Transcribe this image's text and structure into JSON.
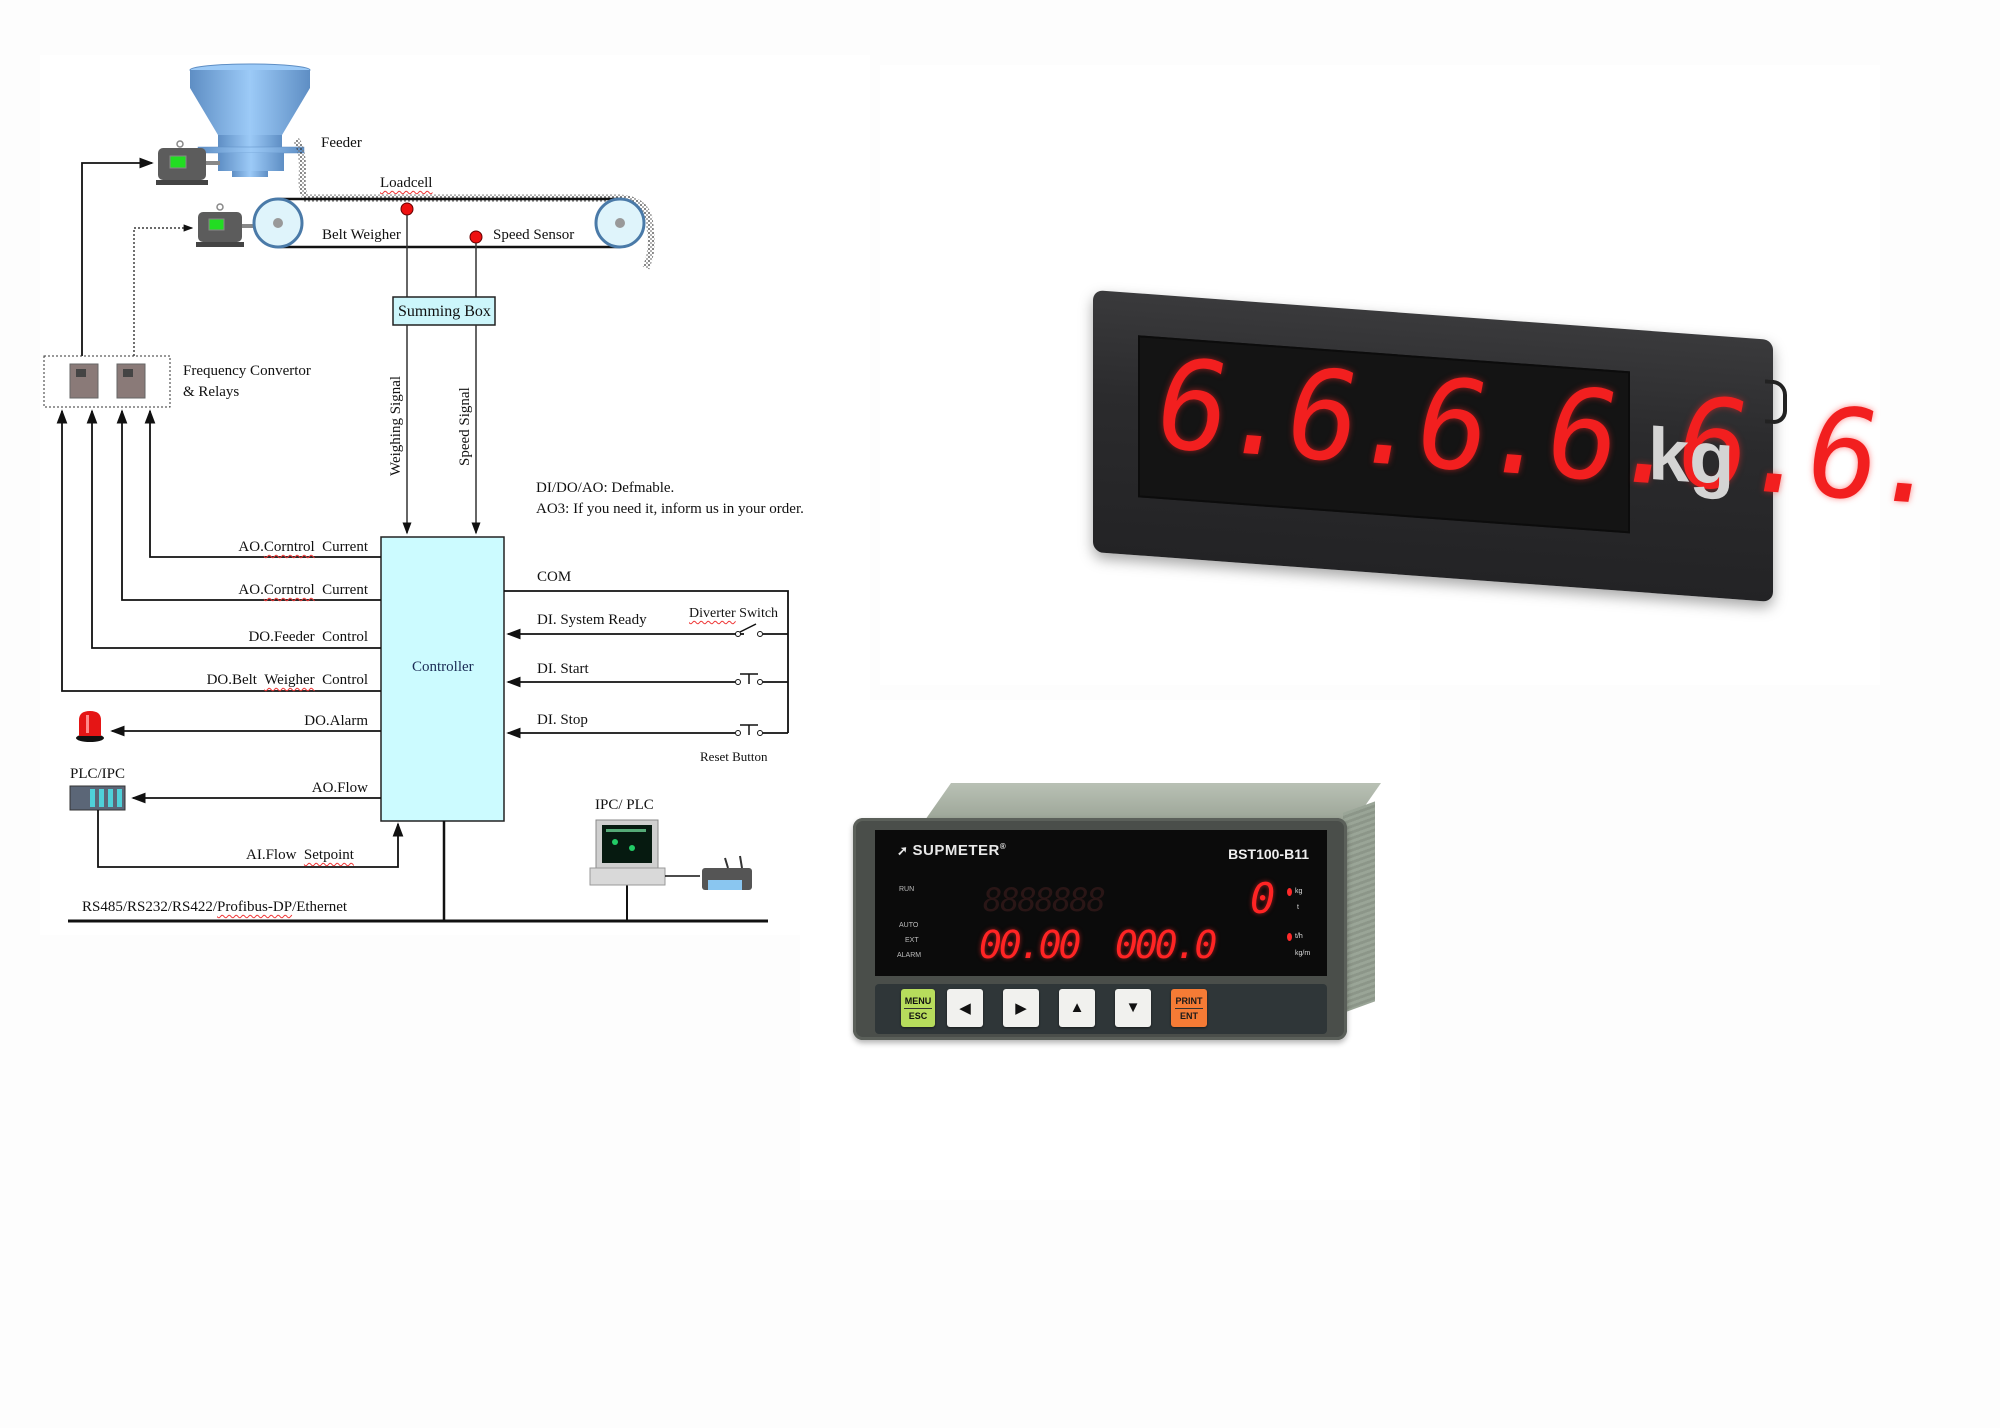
{
  "diagram": {
    "process": {
      "feeder_label": "Feeder",
      "loadcell_label": "Loadcell",
      "belt_weigher_label": "Belt Weigher",
      "speed_sensor_label": "Speed Sensor",
      "summing_box_label": "Summing Box",
      "freq_convertor_label_1": "Frequency Convertor",
      "freq_convertor_label_2": "& Relays",
      "weighing_signal_label": "Weighing Signal",
      "speed_signal_label": "Speed Signal"
    },
    "notes": {
      "line1": "DI/DO/AO: Defmable.",
      "line2": "AO3: If you need it, inform us in your order."
    },
    "controller": {
      "label": "Controller",
      "outputs": [
        {
          "label_a": "AO.",
          "label_squig": "Corntrol",
          "label_b": "  Current"
        },
        {
          "label_a": "AO.",
          "label_squig": "Corntrol",
          "label_b": "  Current"
        },
        {
          "label_a": "DO.Feeder  Control",
          "label_squig": "",
          "label_b": ""
        },
        {
          "label_a": "DO.Belt  ",
          "label_squig": "Weigher",
          "label_b": "  Control"
        },
        {
          "label_a": "DO.Alarm",
          "label_squig": "",
          "label_b": ""
        },
        {
          "label_a": "AO.Flow",
          "label_squig": "",
          "label_b": ""
        }
      ],
      "inputs": {
        "com": "COM",
        "system_ready": "DI. System Ready",
        "start": "DI. Start",
        "stop": "DI. Stop",
        "diverter_switch_squig": "Diverter",
        "diverter_switch_rest": " Switch",
        "reset_button": "Reset Button"
      },
      "setpoint_a": "AI.Flow  ",
      "setpoint_squig": "Setpoint"
    },
    "plc_ipc_label": "PLC/IPC",
    "ipc_plc_label": "IPC/ PLC",
    "bus": {
      "label_a": "RS485/RS232/RS422/",
      "label_squig": "Profibus-DP",
      "label_b": "/Ethernet"
    }
  },
  "big_display": {
    "digits": "6.6.6.6.6.6.",
    "unit": "kg",
    "digit_color": "#f21f1f"
  },
  "instrument": {
    "brand": "SUPMETER",
    "brand_mark": "®",
    "model": "BST100-B11",
    "indicators": [
      "RUN",
      "AUTO",
      "EXT",
      "ALARM"
    ],
    "row1_dim": "8888888",
    "row1_value": "0",
    "row1_units": [
      "kg",
      "t"
    ],
    "row2_group1": "00.00",
    "row2_group2": "000.0",
    "row2_units": [
      "t/h",
      "kg/m"
    ],
    "keys": {
      "menu": "MENU",
      "esc": "ESC",
      "left": "◀",
      "right": "▶",
      "up": "▲",
      "down": "▼",
      "print": "PRINT",
      "ent": "ENT"
    },
    "colors": {
      "green_key": "#b7dc5c",
      "orange_key": "#f57b35",
      "led_red": "#ff2424"
    }
  }
}
